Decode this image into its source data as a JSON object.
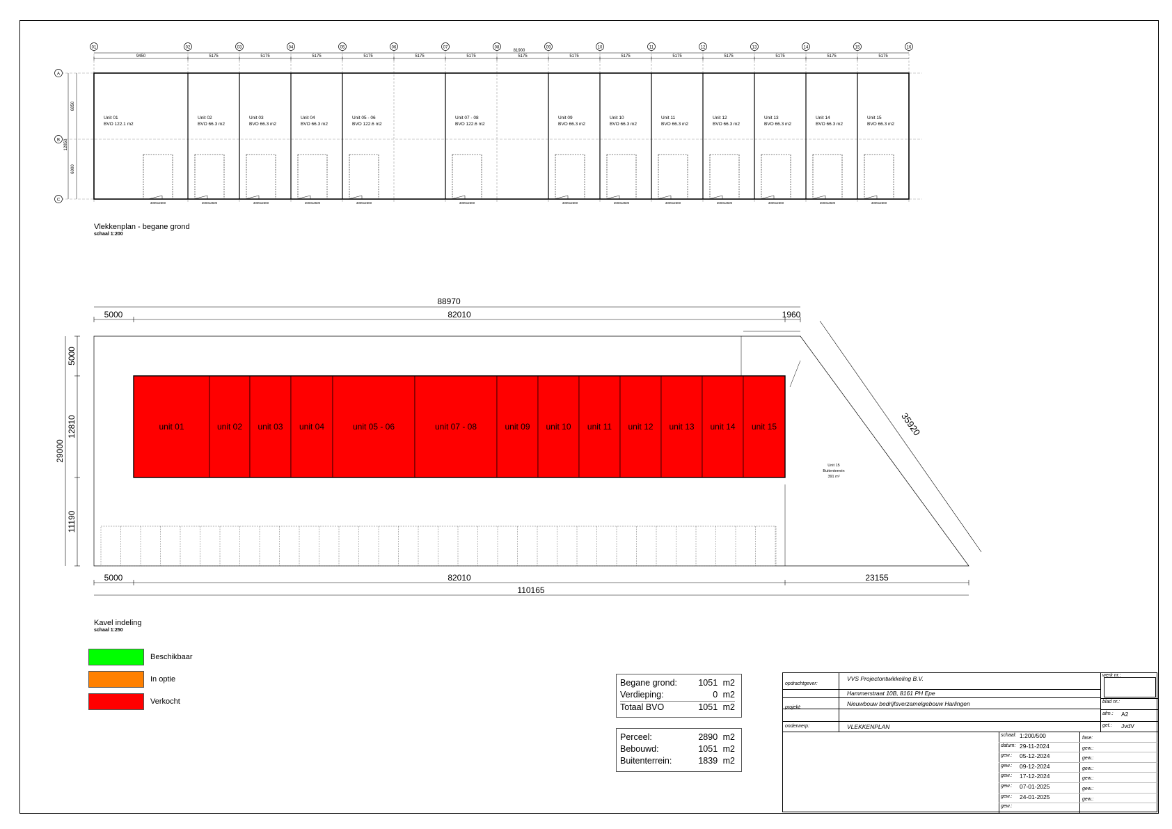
{
  "floor_plan": {
    "grid_labels": [
      "01",
      "02",
      "03",
      "04",
      "05",
      "06",
      "07",
      "08",
      "09",
      "10",
      "11",
      "12",
      "13",
      "14",
      "15",
      "16"
    ],
    "row_labels": [
      "A",
      "B",
      "C"
    ],
    "overall_dimension": "81900",
    "bay_dimensions": [
      "9450",
      "5175",
      "5175",
      "5175",
      "5175",
      "5175",
      "5175",
      "5175",
      "5175",
      "5175",
      "5175",
      "5175",
      "5175",
      "5175",
      "5175"
    ],
    "depth_dimensions": [
      "6850",
      "6000"
    ],
    "depth_total": "12850",
    "units": [
      {
        "name": "Unit 01",
        "bvo": "BVO 122.1 m2"
      },
      {
        "name": "Unit 02",
        "bvo": "BVO 66.3 m2"
      },
      {
        "name": "Unit 03",
        "bvo": "BVO 66.3 m2"
      },
      {
        "name": "Unit 04",
        "bvo": "BVO 66.3 m2"
      },
      {
        "name": "Unit 05 - 06",
        "bvo": "BVO 122.6 m2"
      },
      {
        "name": "Unit 07 - 08",
        "bvo": "BVO 122.6 m2"
      },
      {
        "name": "Unit 09",
        "bvo": "BVO 66.3 m2"
      },
      {
        "name": "Unit 10",
        "bvo": "BVO 66.3 m2"
      },
      {
        "name": "Unit 11",
        "bvo": "BVO 66.3 m2"
      },
      {
        "name": "Unit 12",
        "bvo": "BVO 66.3 m2"
      },
      {
        "name": "Unit 13",
        "bvo": "BVO 66.3 m2"
      },
      {
        "name": "Unit 14",
        "bvo": "BVO 66.3 m2"
      },
      {
        "name": "Unit 15",
        "bvo": "BVO 66.3 m2"
      }
    ],
    "door_label": "3000x2500",
    "caption": "Vlekkenplan - begane grond",
    "scale": "schaal 1:200"
  },
  "site_plan": {
    "top_total": "88970",
    "top_left": "5000",
    "top_mid": "82010",
    "top_right": "1960",
    "left_total": "29000",
    "left_top": "5000",
    "left_mid": "12810",
    "left_bottom": "11190",
    "bottom_left": "5000",
    "bottom_mid": "82010",
    "bottom_right": "23155",
    "bottom_total": "110165",
    "diagonal": "35920",
    "units": [
      "unit 01",
      "unit 02",
      "unit 03",
      "unit 04",
      "unit 05 - 06",
      "unit 07 - 08",
      "unit 09",
      "unit 10",
      "unit 11",
      "unit 12",
      "unit 13",
      "unit 14",
      "unit 15"
    ],
    "outdoor_label": [
      "Unit 15",
      "Buitenterrein",
      "391 m²"
    ],
    "status_color": "#ff0000",
    "caption": "Kavel indeling",
    "scale": "schaal 1:250"
  },
  "legend": [
    {
      "label": "Beschikbaar",
      "color": "#00ff00"
    },
    {
      "label": "In optie",
      "color": "#ff8000"
    },
    {
      "label": "Verkocht",
      "color": "#ff0000"
    }
  ],
  "area_table_1": [
    {
      "label": "Begane grond:",
      "value": "1051",
      "unit": "m2"
    },
    {
      "label": "Verdieping:",
      "value": "0",
      "unit": "m2"
    },
    {
      "label": "Totaal BVO",
      "value": "1051",
      "unit": "m2"
    }
  ],
  "area_table_2": [
    {
      "label": "Perceel:",
      "value": "2890",
      "unit": "m2"
    },
    {
      "label": "Bebouwd:",
      "value": "1051",
      "unit": "m2"
    },
    {
      "label": "Buitenterrein:",
      "value": "1839",
      "unit": "m2"
    }
  ],
  "title_block": {
    "opdrachtgever_label": "opdrachtgever:",
    "opdrachtgever": "VVS Projectontwikkeling B.V.",
    "address": "Hammerstraat 10B, 8161 PH Epe",
    "projekt_label": "projekt:",
    "projekt": "Nieuwbouw bedrijfsverzamelgebouw Harlingen",
    "onderwerp_label": "onderwerp:",
    "onderwerp": "VLEKKENPLAN",
    "werk_label": "werk nr.:",
    "blad_label": "blad nr.:",
    "afm_label": "afm.:",
    "afm": "A2",
    "get_label": "get.:",
    "get": "JvdV",
    "schaal_label": "schaal:",
    "schaal": "1:200/500",
    "datum_label": "datum:",
    "datum": "29-11-2024",
    "fase_label": "fase:",
    "revisions": [
      {
        "label": "gew.:",
        "date": "05-12-2024"
      },
      {
        "label": "gew.:",
        "date": "09-12-2024"
      },
      {
        "label": "gew.:",
        "date": "17-12-2024"
      },
      {
        "label": "gew.:",
        "date": "07-01-2025"
      },
      {
        "label": "gew.:",
        "date": "24-01-2025"
      },
      {
        "label": "gew.:",
        "date": ""
      }
    ],
    "right_gew": [
      "gew.:",
      "gew.:",
      "gew.:",
      "gew.:",
      "gew.:",
      "gew.:"
    ]
  }
}
